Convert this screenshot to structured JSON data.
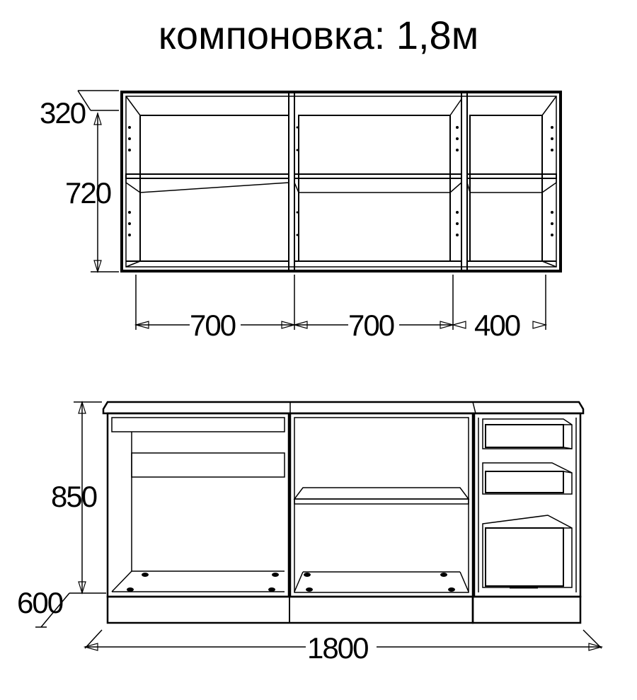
{
  "title": "компоновка: 1,8м",
  "wall_cabinets": {
    "depth_label": "320",
    "height_label": "720",
    "widths": [
      "700",
      "700",
      "400"
    ]
  },
  "base_cabinets": {
    "height_label": "850",
    "depth_label": "600",
    "total_width_label": "1800"
  }
}
